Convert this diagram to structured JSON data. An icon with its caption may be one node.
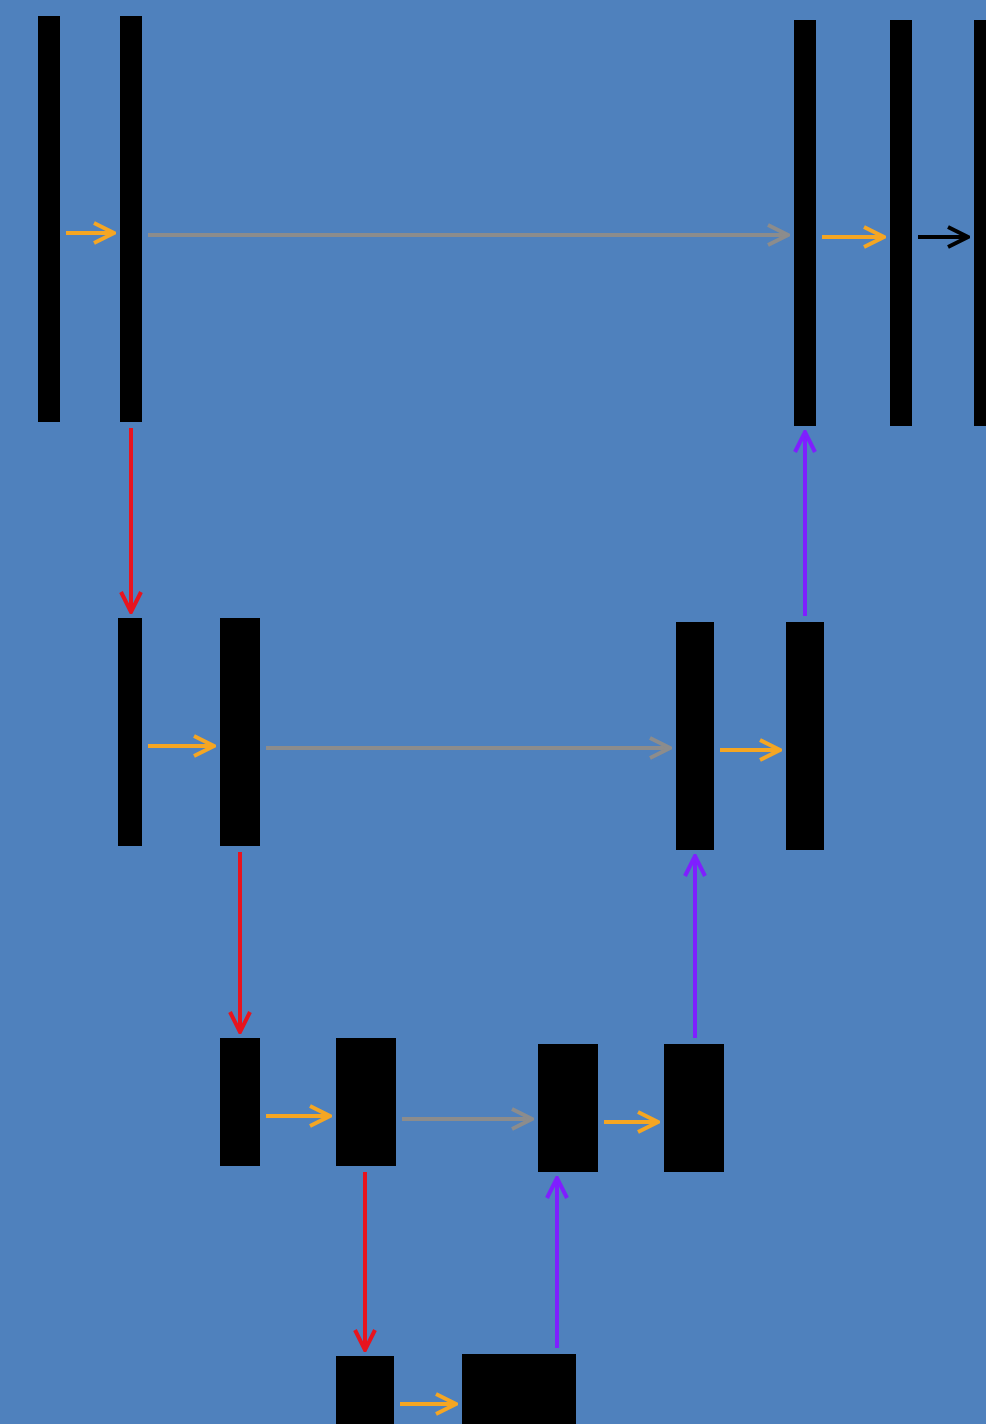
{
  "diagram": {
    "nodes": [
      {
        "text": [],
        "shape": "bar"
      },
      {
        "text": [],
        "shape": "bar"
      },
      {
        "text": [],
        "shape": "bar"
      },
      {
        "text": [],
        "shape": "bar"
      },
      {
        "text": [],
        "shape": "bar"
      },
      {
        "text": [],
        "shape": "bar"
      },
      {
        "text": [],
        "shape": "bar"
      },
      {
        "text": [],
        "shape": "bar"
      },
      {
        "text": [],
        "shape": "bar"
      },
      {
        "text": [],
        "shape": "bar"
      },
      {
        "text": [],
        "shape": "bar"
      },
      {
        "text": [],
        "shape": "bar"
      },
      {
        "text": [],
        "shape": "bar"
      },
      {
        "text": [],
        "shape": "bar"
      },
      {
        "text": [],
        "shape": "bar"
      }
    ],
    "edges": [
      {
        "from": 0,
        "to": 1,
        "arrow": "to"
      },
      {
        "from": 1,
        "to": 2,
        "arrow": "to",
        "color": "#8c8c8c"
      },
      {
        "from": 2,
        "to": 3,
        "arrow": "to"
      },
      {
        "from": 3,
        "to": 4,
        "arrow": "to",
        "color": "#000000"
      },
      {
        "from": 1,
        "to": 5,
        "arrow": "to",
        "color": "#e8141e"
      },
      {
        "from": 5,
        "to": 6,
        "arrow": "to"
      },
      {
        "from": 6,
        "to": 7,
        "arrow": "to",
        "color": "#8c8c8c"
      },
      {
        "from": 7,
        "to": 8,
        "arrow": "to"
      },
      {
        "from": 8,
        "to": 2,
        "arrow": "to",
        "color": "#7f1fff"
      },
      {
        "from": 6,
        "to": 9,
        "arrow": "to",
        "color": "#e8141e"
      },
      {
        "from": 9,
        "to": 10,
        "arrow": "to"
      },
      {
        "from": 10,
        "to": 11,
        "arrow": "to",
        "color": "#8c8c8c"
      },
      {
        "from": 11,
        "to": 12,
        "arrow": "to"
      },
      {
        "from": 12,
        "to": 7,
        "arrow": "to",
        "color": "#7f1fff"
      },
      {
        "from": 10,
        "to": 13,
        "arrow": "to",
        "color": "#e8141e"
      },
      {
        "from": 13,
        "to": 14,
        "arrow": "to"
      },
      {
        "from": 14,
        "to": 11,
        "arrow": "to",
        "color": "#7f1fff"
      }
    ]
  }
}
